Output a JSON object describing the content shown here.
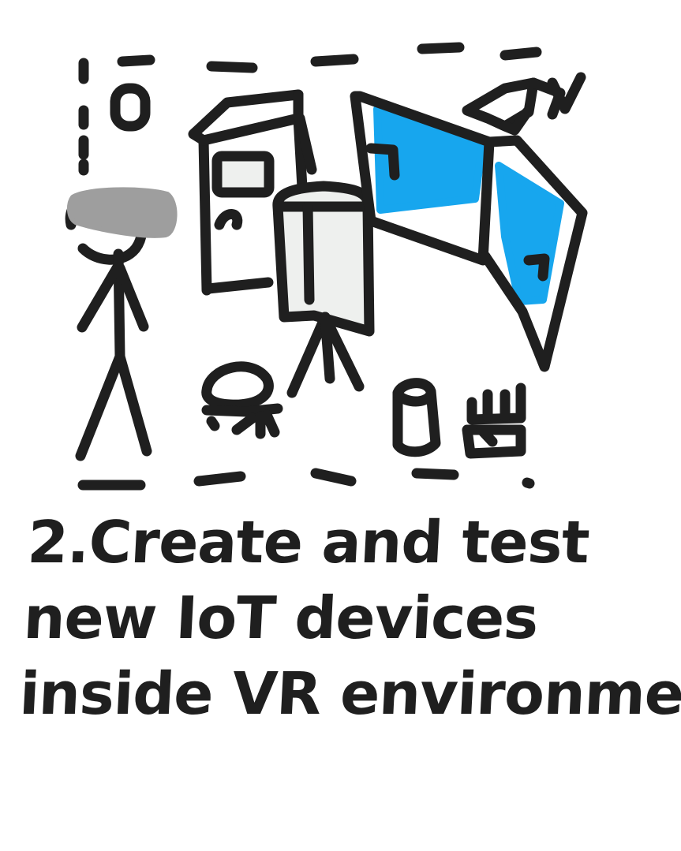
{
  "caption": {
    "line1": "2.Create and test",
    "line2": "new IoT devices",
    "line3": "inside VR environment"
  },
  "icons": [
    "person-with-vr-headset-icon",
    "cabinet-device-icon",
    "display-on-tripod-icon",
    "video-wall-screens-icon",
    "security-camera-icon",
    "robot-vacuum-icon",
    "smart-speaker-icon",
    "charging-dock-icon"
  ],
  "colors": {
    "ink": "#1f1f1f",
    "screen_blue": "#17a6ee",
    "headset_gray": "#9e9e9e",
    "panel_fill": "#eef0ee"
  }
}
